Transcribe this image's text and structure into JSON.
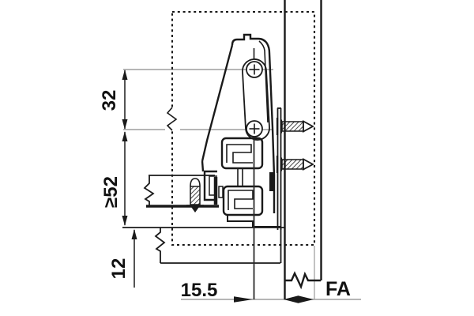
{
  "drawing": {
    "kind": "furniture-fitting-installation-cross-section",
    "dimension_labels": {
      "screw_spacing": "32",
      "min_side_height": "≥52",
      "bottom_offset": "12",
      "hole_to_front": "15.5",
      "front_clearance": "FA"
    },
    "colors": {
      "line": "#1a1a1a",
      "witness": "#8a8a8a",
      "background": "#ffffff"
    }
  }
}
